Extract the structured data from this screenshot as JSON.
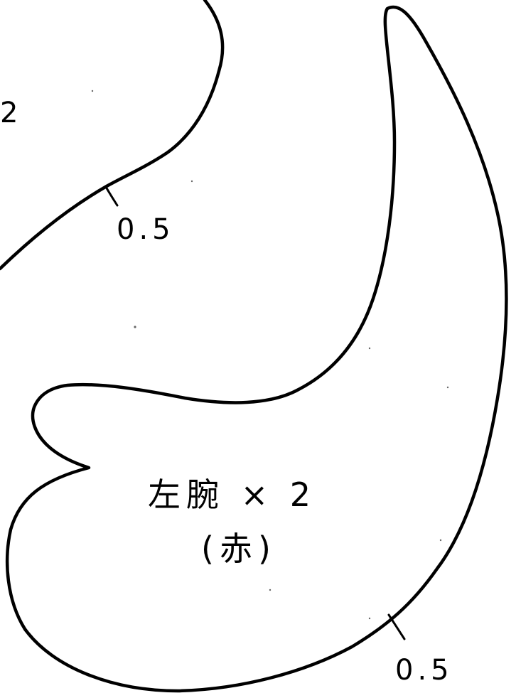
{
  "partial_label_left_edge": "2",
  "upper_piece": {
    "seam_allowance": "0.5"
  },
  "arm_piece": {
    "label_line1": "左腕 × 2",
    "label_line2": "(赤)",
    "seam_allowance": "0.5"
  },
  "colors": {
    "ink": "#000000",
    "paper": "#ffffff"
  }
}
